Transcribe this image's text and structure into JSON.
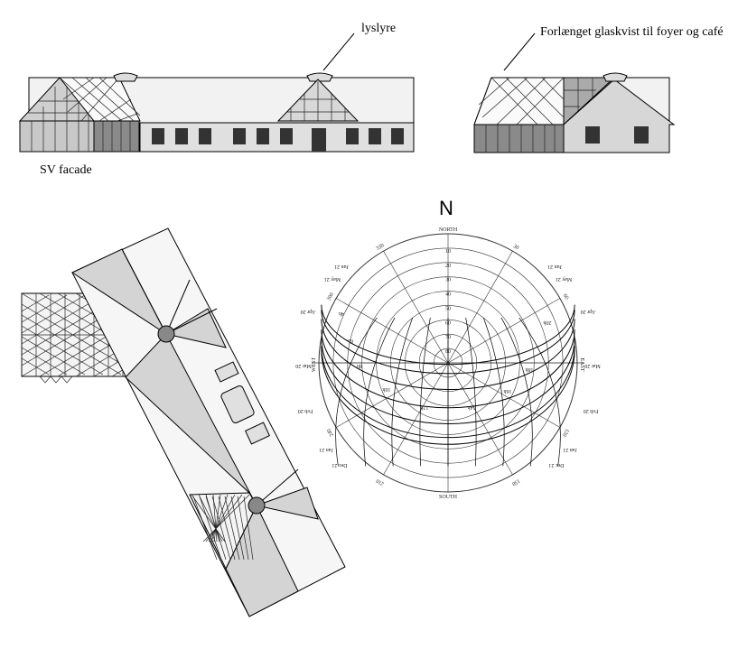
{
  "labels": {
    "lyslyre": "lyslyre",
    "glaskvist": "Forlænget glaskvist til foyer og café",
    "sv_facade": "SV facade",
    "north": "N"
  },
  "sunchart": {
    "compass": {
      "north": "NORTH",
      "south": "SOUTH",
      "east": "EAST",
      "west": "WEST"
    },
    "altitude_labels": [
      "10",
      "20",
      "30",
      "40",
      "50",
      "60",
      "70",
      "80"
    ],
    "date_labels_left": [
      "Jun 21",
      "May 21",
      "Apr 20",
      "Mar 20",
      "Feb 20",
      "Jan 21",
      "Dec 21"
    ],
    "date_labels_right": [
      "Jun 21",
      "May 21",
      "Apr 20",
      "Mar 20",
      "Feb 20",
      "Jan 21",
      "Dec 21"
    ],
    "hour_labels": [
      "4h",
      "6h",
      "8h",
      "10h",
      "12h",
      "14h",
      "16h",
      "18h",
      "20h"
    ],
    "azimuth_labels": [
      "30",
      "60",
      "120",
      "150",
      "210",
      "240",
      "300",
      "330"
    ]
  }
}
